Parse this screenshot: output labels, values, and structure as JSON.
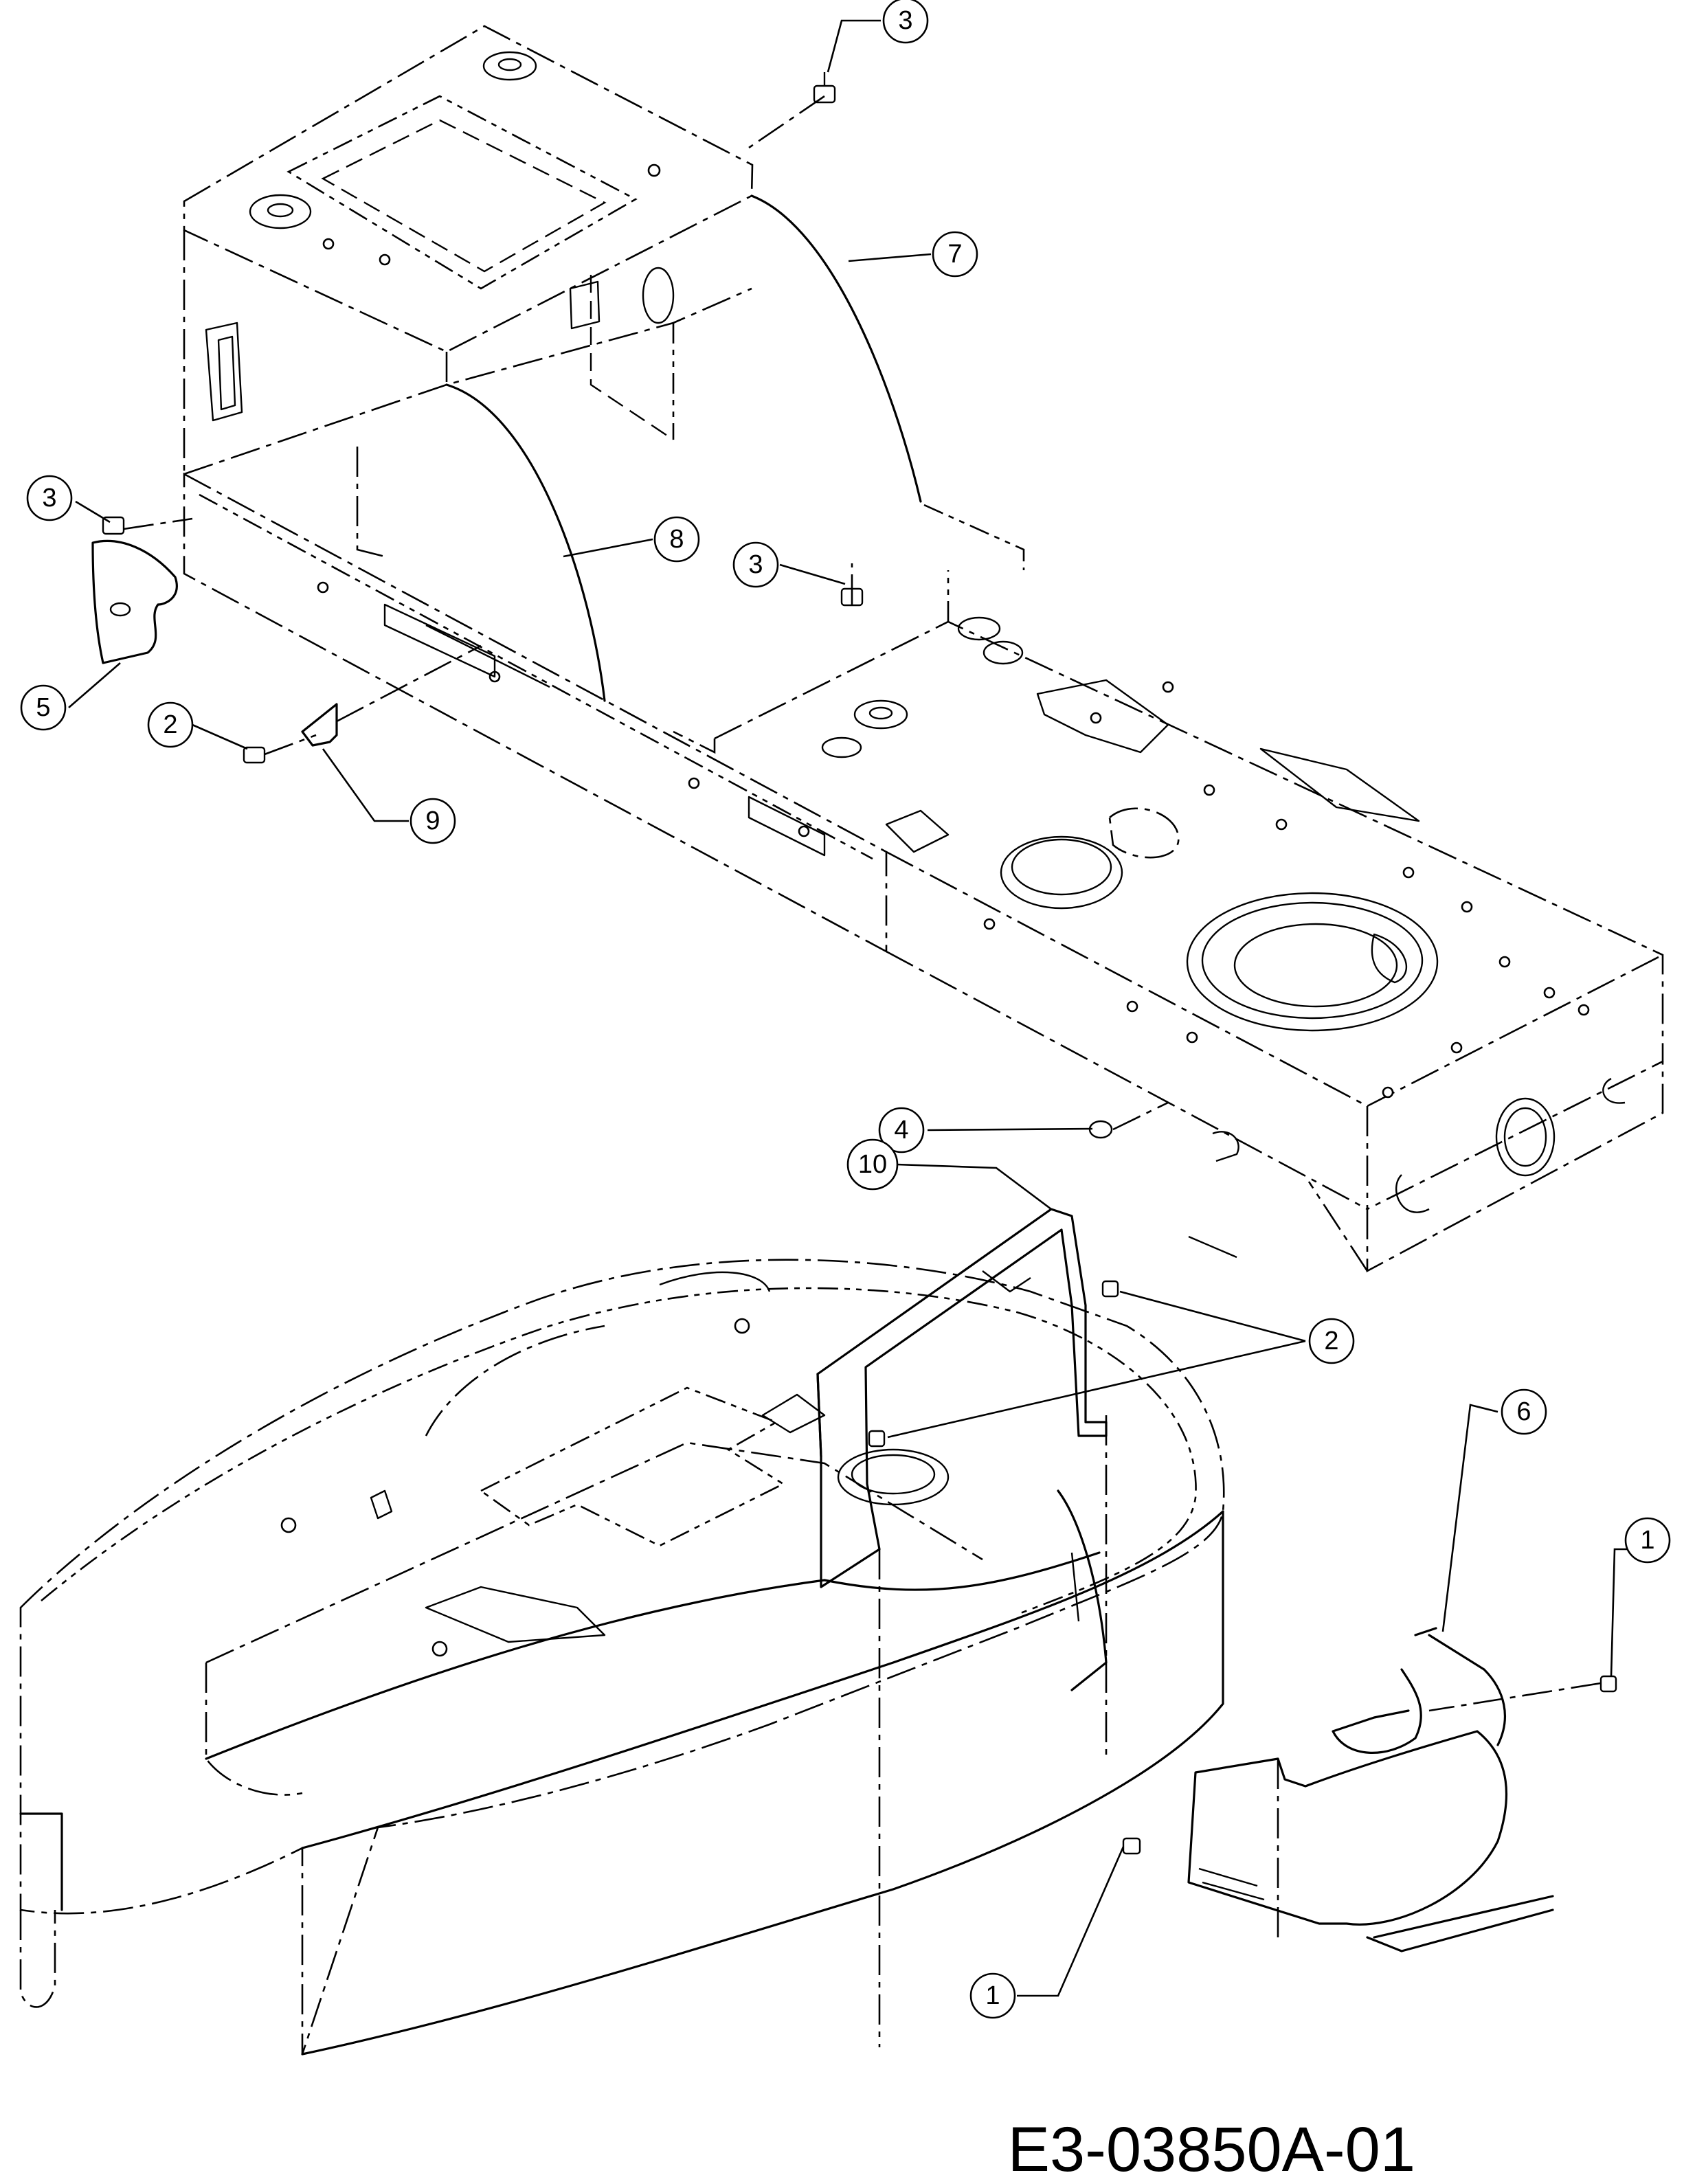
{
  "diagram": {
    "reference_code": "E3-03850A-01",
    "callouts": [
      {
        "id": "c3a",
        "label": "3"
      },
      {
        "id": "c7",
        "label": "7"
      },
      {
        "id": "c3b",
        "label": "3"
      },
      {
        "id": "c8",
        "label": "8"
      },
      {
        "id": "c3c",
        "label": "3"
      },
      {
        "id": "c5",
        "label": "5"
      },
      {
        "id": "c2a",
        "label": "2"
      },
      {
        "id": "c9",
        "label": "9"
      },
      {
        "id": "c4",
        "label": "4"
      },
      {
        "id": "c10",
        "label": "10"
      },
      {
        "id": "c2b",
        "label": "2"
      },
      {
        "id": "c6",
        "label": "6"
      },
      {
        "id": "c1a",
        "label": "1"
      },
      {
        "id": "c1b",
        "label": "1"
      }
    ]
  }
}
